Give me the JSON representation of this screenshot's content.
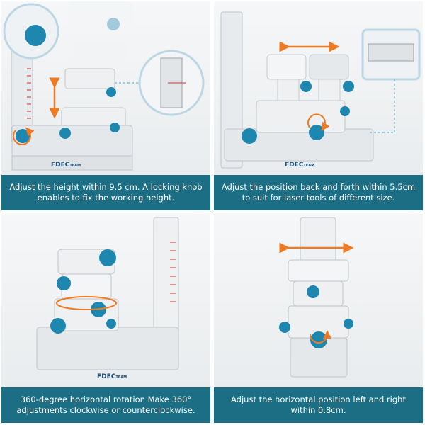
{
  "brand": "FDEC TEAM",
  "brand_parts": {
    "main": "FDEC",
    "sub": "TEAM"
  },
  "colors": {
    "caption_bg": "#1b6e84",
    "knob": "#1e87b0",
    "arrow": "#ee7a22",
    "body": "#eef0f2",
    "outline": "#bfc5ca"
  },
  "panels": [
    {
      "caption": "Adjust the height within 9.5 cm. A locking knob enables to fix the working height."
    },
    {
      "caption": "Adjust the position back and forth within 5.5cm to suit for laser tools of different size."
    },
    {
      "caption": "360-degree horizontal rotation Make 360° adjustments clockwise or counterclockwise."
    },
    {
      "caption": "Adjust the horizontal position left and right within 0.8cm."
    }
  ]
}
